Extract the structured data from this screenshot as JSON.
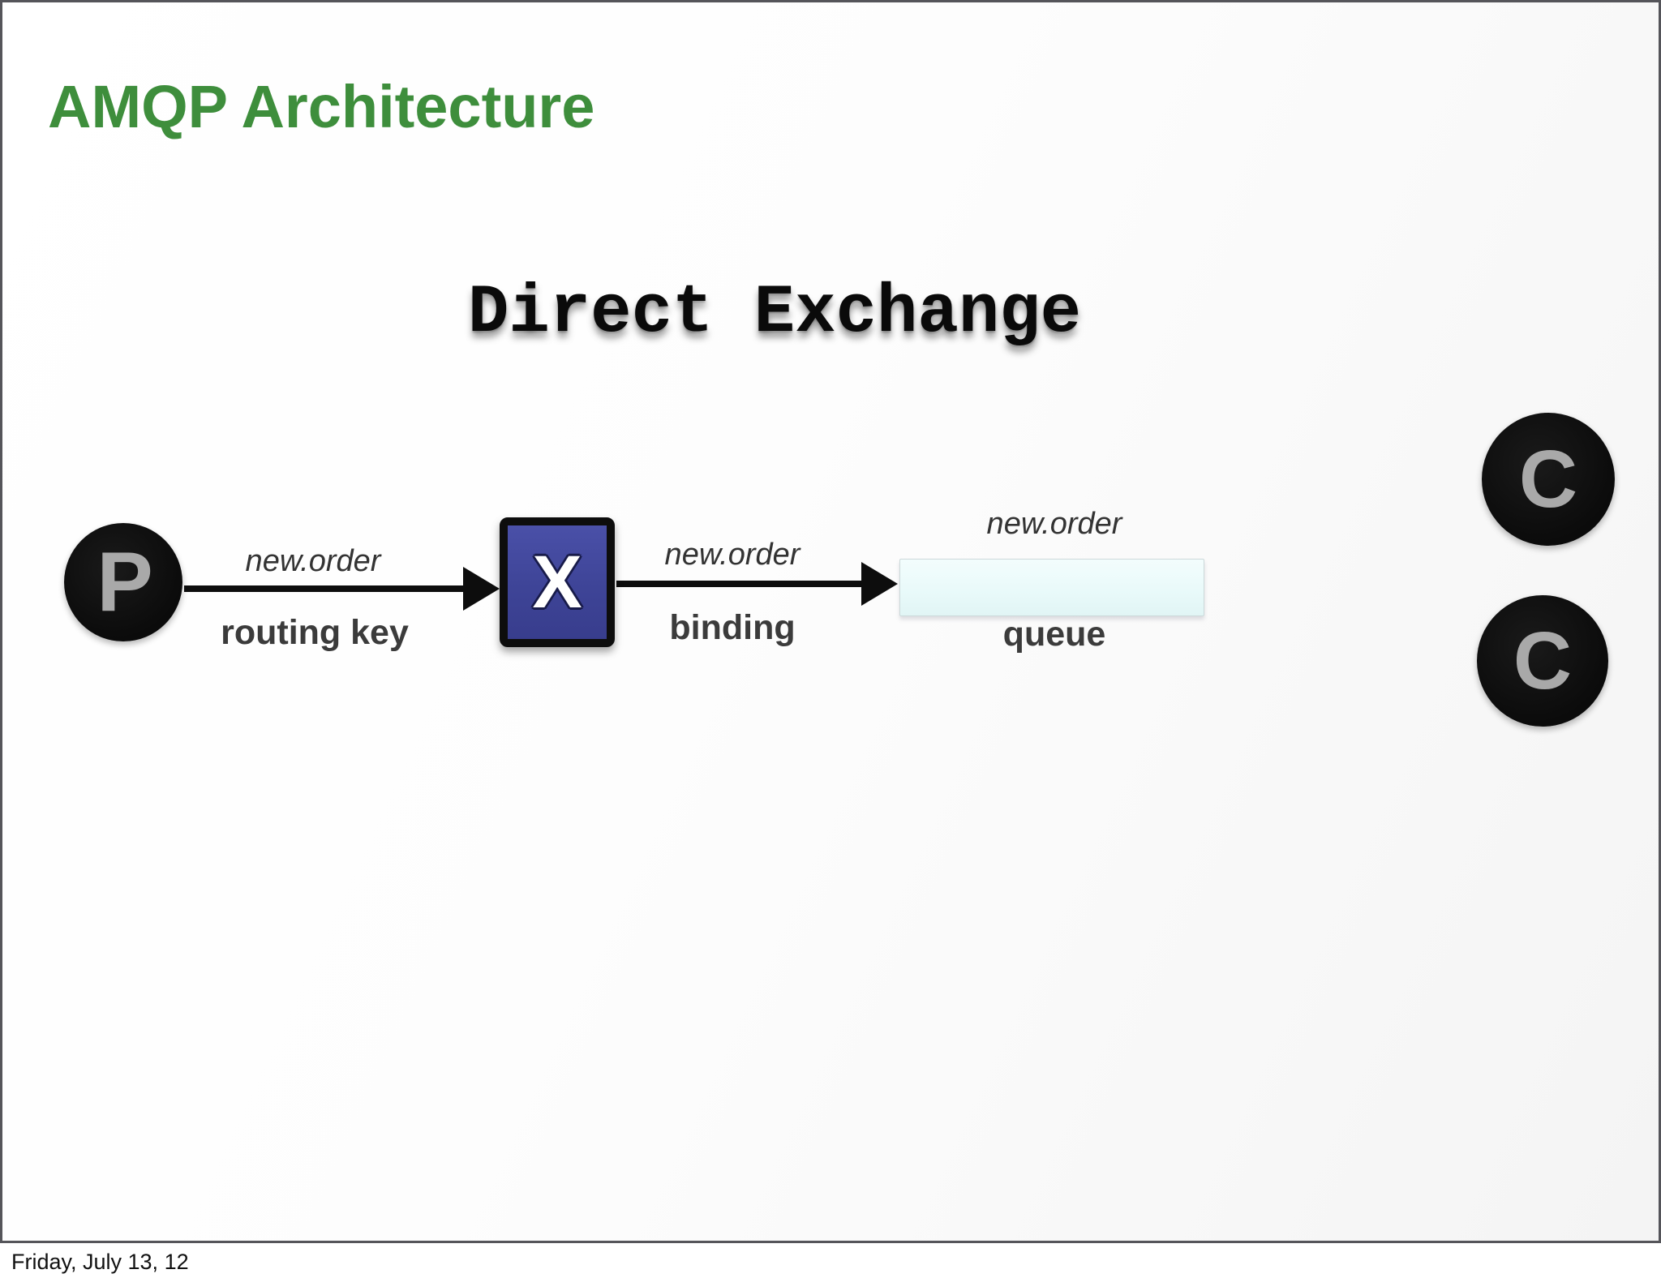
{
  "slide": {
    "title": "AMQP Architecture",
    "heading": "Direct Exchange",
    "footer": "Friday, July 13, 12"
  },
  "diagram": {
    "producer_label": "P",
    "exchange_label": "X",
    "routing_key": {
      "value": "new.order",
      "label": "routing key"
    },
    "binding": {
      "value": "new.order",
      "label": "binding"
    },
    "queue": {
      "value": "new.order",
      "label": "queue"
    },
    "consumers": [
      {
        "label": "C"
      },
      {
        "label": "C"
      }
    ]
  },
  "colors": {
    "title_green": "#3e8e3c",
    "exchange_blue": "#3e4497",
    "node_black": "#0b0b0b",
    "node_letter_gray": "#a9a9a9",
    "queue_fill": "#e9fafa",
    "label_dark": "#3b3b3b",
    "border_gray": "#55555a"
  }
}
